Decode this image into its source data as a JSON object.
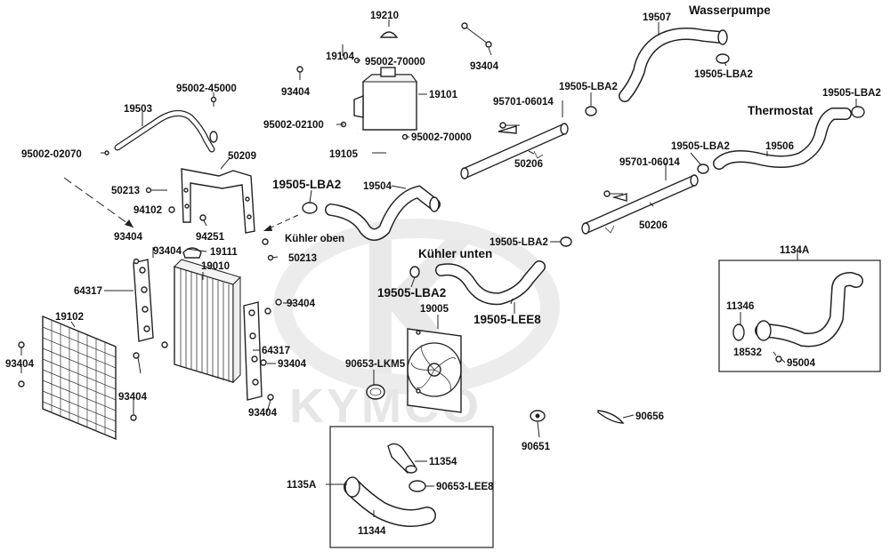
{
  "labels": {
    "p19210": "19210",
    "p19507": "19507",
    "p19104": "19104",
    "p95002_70000_a": "95002-70000",
    "p93404_a": "93404",
    "p93404_b": "93404",
    "p19505_lba2_wp": "19505-LBA2",
    "p95002_45000": "95002-45000",
    "p19101": "19101",
    "p19505_lba2_a": "19505-LBA2",
    "p19505_lba2_th": "19505-LBA2",
    "p95701_06014_a": "95701-06014",
    "p19503": "19503",
    "p95002_02100": "95002-02100",
    "p95002_70000_b": "95002-70000",
    "p19105": "19105",
    "p50206_a": "50206",
    "p19505_lba2_b": "19505-LBA2",
    "p19506": "19506",
    "p95002_02070": "95002-02070",
    "p50209": "50209",
    "p95701_06014_b": "95701-06014",
    "p19505_lba2_big": "19505-LBA2",
    "p19504": "19504",
    "p50213_a": "50213",
    "p94102": "94102",
    "p50206_b": "50206",
    "p94251": "94251",
    "p93404_c": "93404",
    "p93404_d": "93404",
    "p19111": "19111",
    "p19505_lba2_c": "19505-LBA2",
    "p1134A": "1134A",
    "p50213_b": "50213",
    "p19010": "19010",
    "p64317_a": "64317",
    "p19505_lba2_d": "19505-LBA2",
    "p19005": "19005",
    "p19505_lee8": "19505-LEE8",
    "p11346": "11346",
    "p19102": "19102",
    "p93404_e": "93404",
    "p64317_b": "64317",
    "p18532": "18532",
    "p95004": "95004",
    "p93404_f": "93404",
    "p93404_g": "93404",
    "p90653_lkm5": "90653-LKM5",
    "p93404_h": "93404",
    "p93404_i": "93404",
    "p90656": "90656",
    "p90651": "90651",
    "p11354": "11354",
    "p1135A": "1135A",
    "p90653_lee8": "90653-LEE8",
    "p11344": "11344"
  },
  "annotations": {
    "wasserpumpe": "Wasserpumpe",
    "thermostat": "Thermostat",
    "kuehler_oben": "Kühler oben",
    "kuehler_unten": "Kühler unten"
  },
  "watermark": "KYMCO",
  "colors": {
    "line": "#222222",
    "watermark": "#e9e9e9",
    "background": "#ffffff"
  }
}
